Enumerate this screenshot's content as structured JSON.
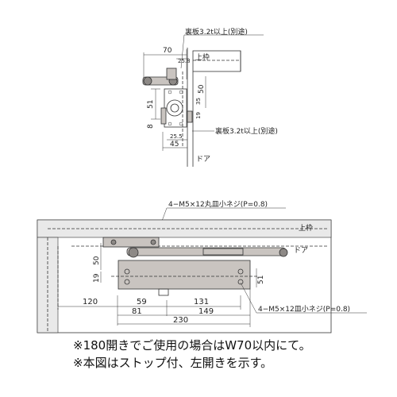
{
  "top_view": {
    "back_plate_note_top": "裏板3.2t以上(別途)",
    "back_plate_note_right": "裏板3.2t以上(別途)",
    "frame_label": "上枠",
    "door_label": "ドア",
    "dims": {
      "d70": "70",
      "d25_8": "25.8",
      "d50": "50",
      "d35": "35",
      "d51": "51",
      "d8": "8",
      "d19": "19",
      "d25_5": "25.5",
      "d45": "45"
    }
  },
  "front_view": {
    "screw_note_top": "4−M5×12丸皿小ネジ(P=0.8)",
    "screw_note_bottom": "4−M5×12皿小ネジ(P=0.8)",
    "frame_label": "上枠",
    "door_label": "ドア",
    "dims": {
      "d50": "50",
      "d19": "19",
      "d51": "51",
      "d120": "120",
      "d59": "59",
      "d131": "131",
      "d81": "81",
      "d149": "149",
      "d230": "230"
    }
  },
  "notes": [
    "※180開きでご使用の場合はW70以内にて。",
    "※本図はストップ付、左開きを示す。"
  ]
}
